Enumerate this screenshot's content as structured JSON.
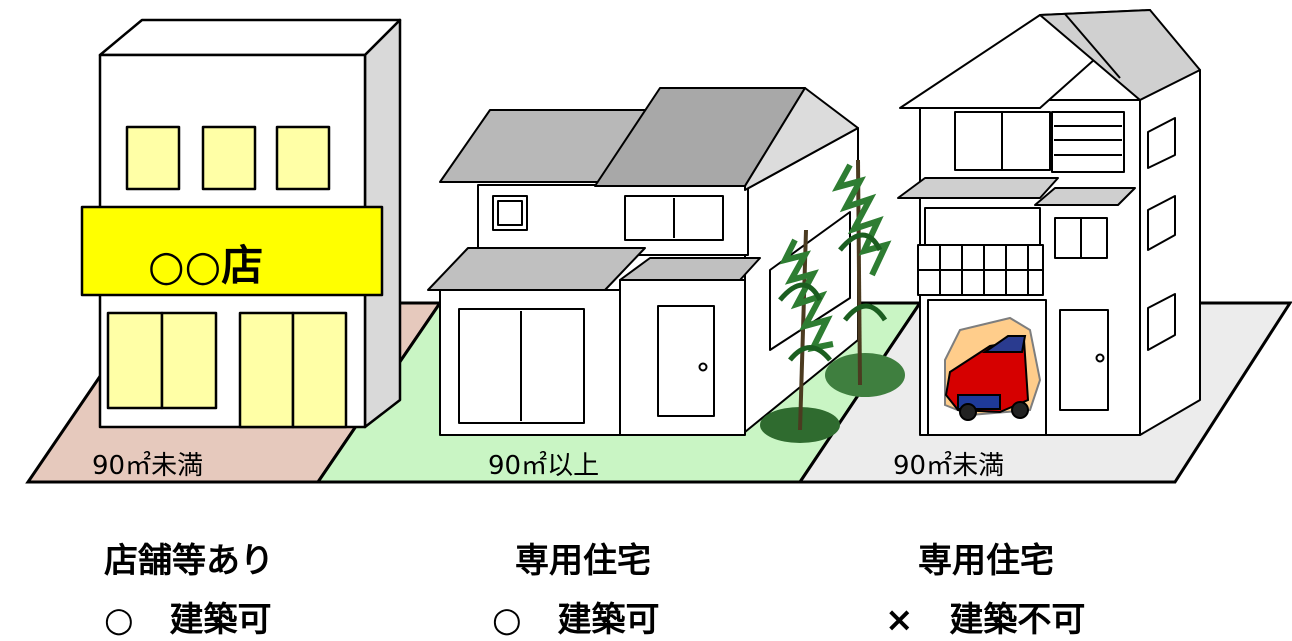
{
  "lots": [
    {
      "area_label": "90㎡未満",
      "type_label": "店舗等あり",
      "status_mark": "○",
      "status_text": "建築可"
    },
    {
      "area_label": "90㎡以上",
      "type_label": "専用住宅",
      "status_mark": "○",
      "status_text": "建築可"
    },
    {
      "area_label": "90㎡未満",
      "type_label": "専用住宅",
      "status_mark": "×",
      "status_text": "建築不可"
    }
  ],
  "shop_sign": "○○店",
  "colors": {
    "lot1": "#e6c9bd",
    "lot2": "#c9f5c4",
    "lot3": "#ececec",
    "shop_yellow": "#ffffa6",
    "sign_yellow": "#ffff00"
  }
}
